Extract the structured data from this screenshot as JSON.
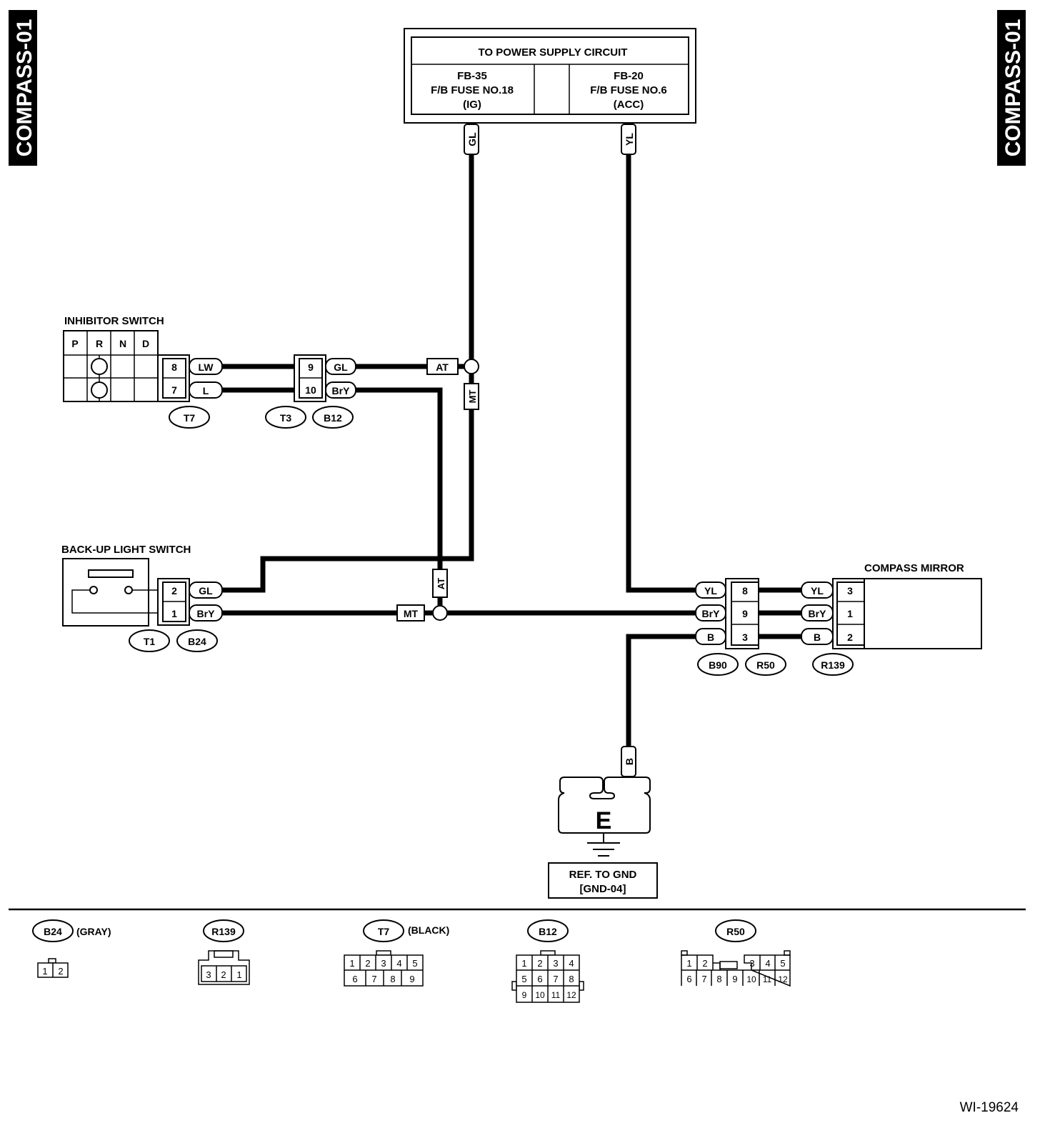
{
  "side_tab_left": "COMPASS-01",
  "side_tab_right": "COMPASS-01",
  "power_supply": {
    "title": "TO POWER SUPPLY CIRCUIT",
    "fuse_left": [
      "FB-35",
      "F/B FUSE NO.18",
      "(IG)"
    ],
    "fuse_right": [
      "FB-20",
      "F/B FUSE NO.6",
      "(ACC)"
    ]
  },
  "wires": {
    "gl_vertical": "GL",
    "yl_vertical": "YL",
    "at_upper": "AT",
    "mt_upper": "MT",
    "at_lower": "AT",
    "mt_lower": "MT",
    "b_ground": "B"
  },
  "inhibitor_switch": {
    "title": "INHIBITOR SWITCH",
    "positions": [
      "P",
      "R",
      "N",
      "D"
    ],
    "pins": [
      {
        "pin": "8",
        "wire": "LW"
      },
      {
        "pin": "7",
        "wire": "L"
      }
    ],
    "connector": "T7"
  },
  "mid_connector": {
    "pins": [
      {
        "pin": "9",
        "wire": "GL"
      },
      {
        "pin": "10",
        "wire": "BrY"
      }
    ],
    "connectors": [
      "T3",
      "B12"
    ]
  },
  "backup_light_switch": {
    "title": "BACK-UP LIGHT SWITCH",
    "pins": [
      {
        "pin": "2",
        "wire": "GL"
      },
      {
        "pin": "1",
        "wire": "BrY"
      }
    ],
    "connectors": [
      "T1",
      "B24"
    ]
  },
  "compass_mirror": {
    "title": "COMPASS MIRROR",
    "left_wires": [
      "YL",
      "BrY",
      "B"
    ],
    "center_pins": [
      "8",
      "9",
      "3"
    ],
    "right_wires": [
      "YL",
      "BrY",
      "B"
    ],
    "mirror_pins": [
      "3",
      "1",
      "2"
    ],
    "connectors": [
      "B90",
      "R50",
      "R139"
    ]
  },
  "ground": {
    "label": "E",
    "ref_lines": [
      "REF. TO GND",
      "[GND-04]"
    ]
  },
  "connector_views": [
    {
      "id": "B24",
      "note": "(GRAY)",
      "rows": [
        [
          "1",
          "2"
        ]
      ]
    },
    {
      "id": "R139",
      "note": "",
      "rows": [
        [
          "3",
          "2",
          "1"
        ]
      ]
    },
    {
      "id": "T7",
      "note": "(BLACK)",
      "rows": [
        [
          "1",
          "2",
          "3",
          "4",
          "5"
        ],
        [
          "6",
          "7",
          "8",
          "9"
        ]
      ]
    },
    {
      "id": "B12",
      "note": "",
      "rows": [
        [
          "1",
          "2",
          "3",
          "4"
        ],
        [
          "5",
          "6",
          "7",
          "8"
        ],
        [
          "9",
          "10",
          "11",
          "12"
        ]
      ]
    },
    {
      "id": "R50",
      "note": "",
      "rows": [
        [
          "1",
          "2",
          "3",
          "4",
          "5"
        ],
        [
          "6",
          "7",
          "8",
          "9",
          "10",
          "11",
          "12"
        ]
      ]
    }
  ],
  "figure_id": "WI-19624"
}
